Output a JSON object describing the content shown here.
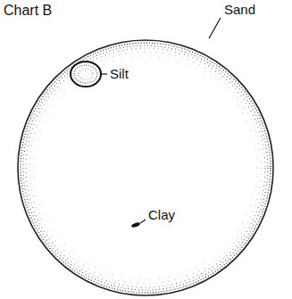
{
  "diagram": {
    "title": "Chart B",
    "labels": [
      "Sand",
      "Silt",
      "Clay"
    ]
  }
}
